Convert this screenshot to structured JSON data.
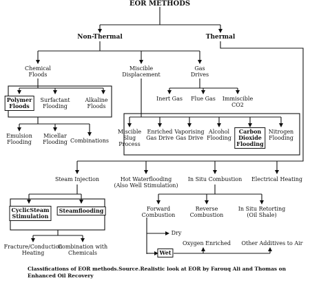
{
  "diagram": {
    "title": "EOR METHODS",
    "non_thermal": "Non-Thermal",
    "thermal": "Thermal",
    "chemical_floods": [
      "Chemical",
      "Floods"
    ],
    "miscible_displacement": [
      "Miscible",
      "Displacement"
    ],
    "gas_drives": [
      "Gas",
      "Drives"
    ],
    "polymer_floods": [
      "Polymer",
      "Floods"
    ],
    "surfactant_flooding": [
      "Surfactant",
      "Flooding"
    ],
    "alkaline_floods": [
      "Alkaline",
      "Floods"
    ],
    "inert_gas": "Inert Gas",
    "flue_gas": "Flue Gas",
    "immiscible_co2": [
      "Immiscible",
      "CO2"
    ],
    "emulsion_flooding": [
      "Emulsion",
      "Flooding"
    ],
    "micellar_flooding": [
      "Micellar",
      "Flooding"
    ],
    "combinations": "Combinations",
    "miscible_slug_process": [
      "Miscible",
      "Slug",
      "Process"
    ],
    "enriched_gas_drive": [
      "Enriched",
      "Gas Drive"
    ],
    "vaporising_gas_drive": [
      "Vaporising",
      "Gas Drive"
    ],
    "alcohol_flooding": [
      "Alcohol",
      "Flooding"
    ],
    "carbon_dioxide_flooding": [
      "Carbon",
      "Dioxide",
      "Flooding"
    ],
    "nitrogen_flooding": [
      "Nitrogen",
      "Flooding"
    ],
    "steam_injection": "Steam Injection",
    "hot_waterflooding": [
      "Hot Waterflooding",
      "(Also Well Stimulation)"
    ],
    "in_situ_combustion": "In Situ Combustion",
    "electrical_heating": "Electrical Heating",
    "cyclic_steam_stimulation": [
      "CyclicSteam",
      "Stimulation"
    ],
    "steamflooding": "Steamflooding",
    "forward_combustion": [
      "Forward",
      "Combustion"
    ],
    "reverse_combustion": [
      "Reverse",
      "Combustion"
    ],
    "in_situ_retorting": [
      "In Situ Retorting",
      "(Oil Shale)"
    ],
    "fracture_conduction_heating": [
      "Fracture/Conduction",
      "Heating"
    ],
    "combination_with_chemicals": [
      "Combination with",
      "Chemicals"
    ],
    "dry": "Dry",
    "wet": "Wet",
    "oxygen_enriched": "Oxygen Enriched",
    "other_additives_to_air": "Other Additives to Air"
  },
  "caption": "Classifications of EOR methods.Source.Realistic  look at EOR by Farouq Ali and Thomas on Enhanced Oil Recovery"
}
